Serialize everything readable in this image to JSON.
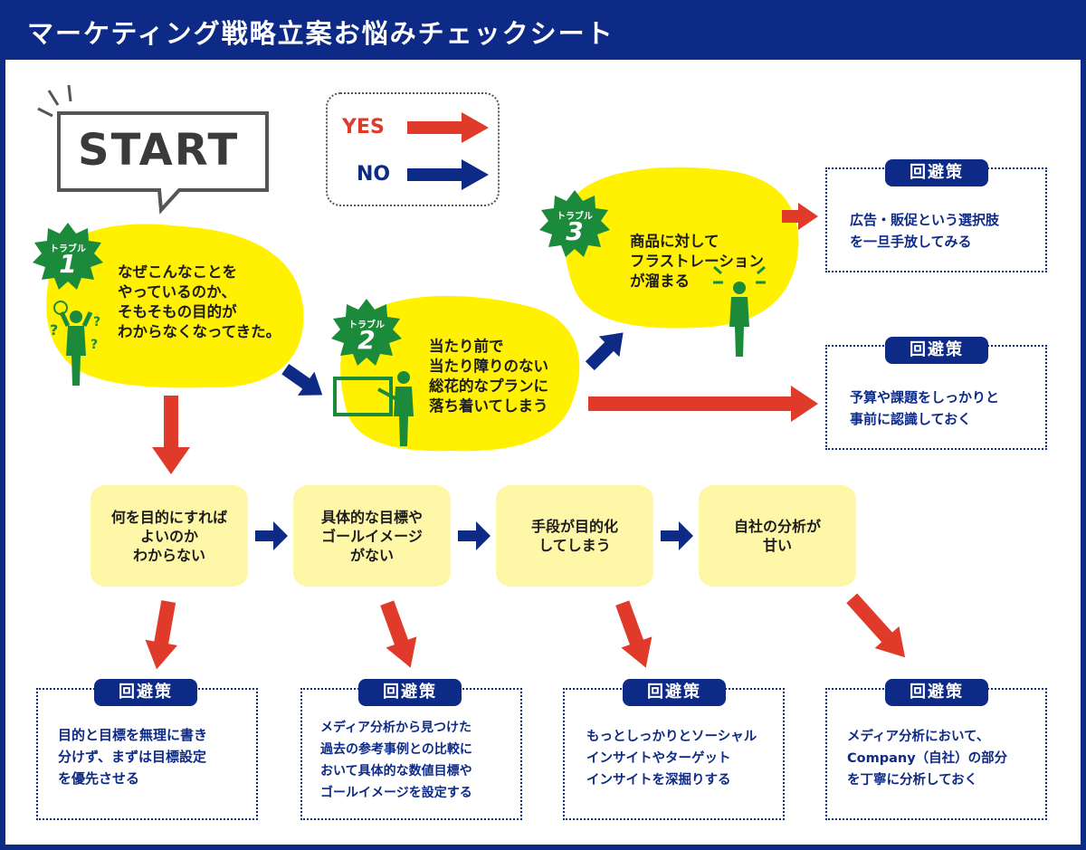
{
  "header": {
    "title": "マーケティング戦略立案お悩みチェックシート"
  },
  "start": {
    "label": "START"
  },
  "legend": {
    "yes": "YES",
    "no": "NO"
  },
  "colors": {
    "navy": "#0d2a87",
    "red": "#e03a2a",
    "yellow": "#fff100",
    "light_yellow": "#fff7a8",
    "green": "#1b8a3a"
  },
  "troubles": [
    {
      "badge_label": "トラブル",
      "number": "1",
      "text": [
        "なぜこんなことを",
        "やっているのか、",
        "そもそもの目的が",
        "わからなくなってきた。"
      ]
    },
    {
      "badge_label": "トラブル",
      "number": "2",
      "text": [
        "当たり前で",
        "当たり障りのない",
        "総花的なプランに",
        "落ち着いてしまう"
      ]
    },
    {
      "badge_label": "トラブル",
      "number": "3",
      "text": [
        "商品に対して",
        "フラストレーション",
        "が溜まる"
      ]
    }
  ],
  "steps": [
    {
      "text": [
        "何を目的にすれば",
        "よいのか",
        "わからない"
      ]
    },
    {
      "text": [
        "具体的な目標や",
        "ゴールイメージ",
        "がない"
      ]
    },
    {
      "text": [
        "手段が目的化",
        "してしまう"
      ]
    },
    {
      "text": [
        "自社の分析が",
        "甘い"
      ]
    }
  ],
  "avoid_label": "回避策",
  "avoidances": {
    "top1": {
      "text": [
        "広告・販促という選択肢",
        "を一旦手放してみる"
      ]
    },
    "top2": {
      "text": [
        "予算や課題をしっかりと",
        "事前に認識しておく"
      ]
    },
    "bottom": [
      {
        "text": [
          "目的と目標を無理に書き",
          "分けず、まずは目標設定",
          "を優先させる"
        ]
      },
      {
        "text": [
          "メディア分析から見つけた",
          "過去の参考事例との比較に",
          "おいて具体的な数値目標や",
          "ゴールイメージを設定する"
        ]
      },
      {
        "text": [
          "もっとしっかりとソーシャル",
          "インサイトやターゲット",
          "インサイトを深掘りする"
        ]
      },
      {
        "text": [
          "メディア分析において、",
          "Company（自社）の部分",
          "を丁寧に分析しておく"
        ]
      }
    ]
  }
}
